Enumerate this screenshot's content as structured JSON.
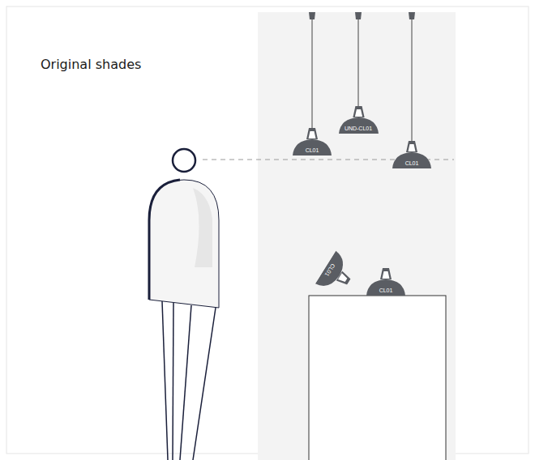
{
  "diagram": {
    "title": "Original shades",
    "nodes": [
      {
        "text": [
          "CL01"
        ]
      },
      {
        "text": [
          "UND-CL01"
        ]
      },
      {
        "text": [
          "CL01"
        ]
      },
      {
        "text": [
          "CL01"
        ]
      },
      {
        "text": [
          "CL01"
        ]
      }
    ]
  }
}
